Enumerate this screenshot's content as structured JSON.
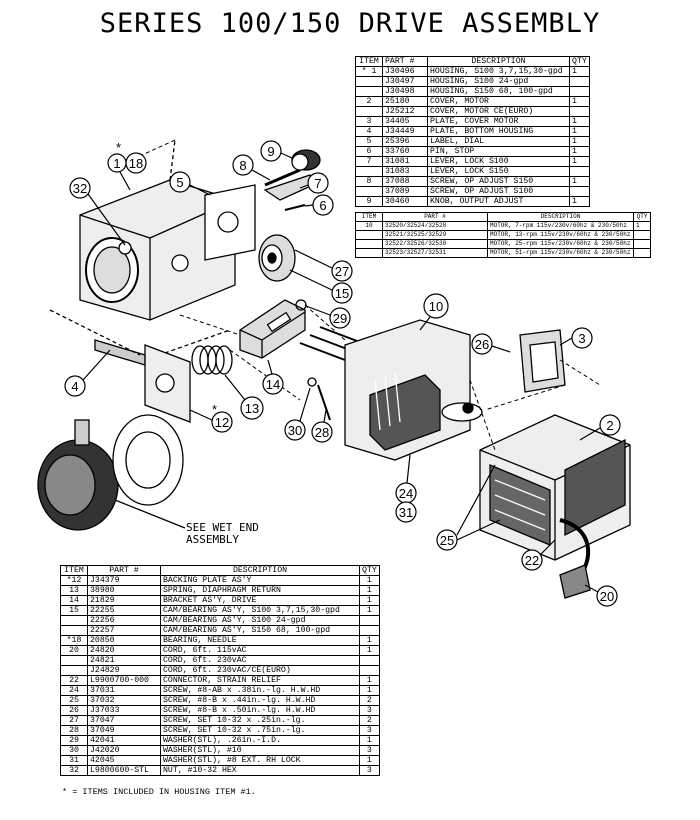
{
  "title": "SERIES 100/150 DRIVE ASSEMBLY",
  "table_top": {
    "headers": [
      "ITEM",
      "PART #",
      "DESCRIPTION",
      "QTY"
    ],
    "rows": [
      [
        "* 1",
        "J30496",
        "HOUSING, S100 3,7,15,30-gpd",
        "1"
      ],
      [
        "",
        "J30497",
        "HOUSING, S100 24-gpd",
        ""
      ],
      [
        "",
        "J30498",
        "HOUSING, S150 68, 100-gpd",
        ""
      ],
      [
        "2",
        "25180",
        "COVER, MOTOR",
        "1"
      ],
      [
        "",
        "J25212",
        "COVER, MOTOR CE(EURO)",
        ""
      ],
      [
        "3",
        "34405",
        "PLATE, COVER MOTOR",
        "1"
      ],
      [
        "4",
        "J34449",
        "PLATE, BOTTOM HOUSING",
        "1"
      ],
      [
        "5",
        "25396",
        "LABEL, DIAL",
        "1"
      ],
      [
        "6",
        "33760",
        "PIN, STOP",
        "1"
      ],
      [
        "7",
        "31081",
        "LEVER, LOCK S100",
        "1"
      ],
      [
        "",
        "31083",
        "LEVER, LOCK S150",
        ""
      ],
      [
        "8",
        "37088",
        "SCREW, OP ADJUST S150",
        "1"
      ],
      [
        "",
        "37089",
        "SCREW, OP ADJUST S100",
        ""
      ],
      [
        "9",
        "30460",
        "KNOB, OUTPUT ADJUST",
        "1"
      ]
    ]
  },
  "table_motor": {
    "headers": [
      "ITEM",
      "PART #",
      "DESCRIPTION",
      "QTY"
    ],
    "rows": [
      [
        "10",
        "32520/32524/32528",
        "MOTOR,  7-rpm 115v/230v/60hz & 230/50hz",
        "1"
      ],
      [
        "",
        "32521/32525/32529",
        "MOTOR, 13-rpm 115v/230v/60hz & 230/50hz",
        ""
      ],
      [
        "",
        "32522/32526/32530",
        "MOTOR, 25-rpm 115v/230v/60hz & 230/50hz",
        ""
      ],
      [
        "",
        "32523/32527/32531",
        "MOTOR, 51-rpm 115v/230v/60hz & 230/50hz",
        ""
      ]
    ]
  },
  "table_bottom": {
    "headers": [
      "ITEM",
      "PART #",
      "DESCRIPTION",
      "QTY"
    ],
    "rows": [
      [
        "*12",
        "J34379",
        "BACKING PLATE AS'Y",
        "1"
      ],
      [
        "13",
        "38980",
        "SPRING, DIAPHRAGM RETURN",
        "1"
      ],
      [
        "14",
        "21829",
        "BRACKET AS'Y, DRIVE",
        "1"
      ],
      [
        "15",
        "22255",
        "CAM/BEARING AS'Y, S100 3,7,15,30-gpd",
        "1"
      ],
      [
        "",
        "22256",
        "CAM/BEARING AS'Y, S100 24-gpd",
        ""
      ],
      [
        "",
        "22257",
        "CAM/BEARING AS'Y, S150 68, 100-gpd",
        ""
      ],
      [
        "*18",
        "20850",
        "BEARING, NEEDLE",
        "1"
      ],
      [
        "20",
        "24820",
        "CORD, 6ft. 115vAC",
        "1"
      ],
      [
        "",
        "24821",
        "CORD, 6ft. 230vAC",
        ""
      ],
      [
        "",
        "J24829",
        "CORD, 6ft. 230vAC/CE(EURO)",
        ""
      ],
      [
        "22",
        "L9900700-000",
        " CONNECTOR, STRAIN RELIEF",
        "1"
      ],
      [
        "24",
        "37031",
        "SCREW, #8-AB x .38in.-lg. H.W.HD",
        "1"
      ],
      [
        "25",
        "37032",
        "SCREW, #8-B x .44in.-lg. H.W.HD",
        "2"
      ],
      [
        "26",
        "J37033",
        "SCREW, #8-B x .50in.-lg. H.W.HD",
        "3"
      ],
      [
        "27",
        "37047",
        "SCREW, SET 10-32 x .25in.-lg.",
        "2"
      ],
      [
        "28",
        "37049",
        "SCREW, SET 10-32 x .75in.-lg.",
        "3"
      ],
      [
        "29",
        "42041",
        "WASHER(STL), .26in.-I.D.",
        "1"
      ],
      [
        "30",
        "J42020",
        "WASHER(STL), #10",
        "3"
      ],
      [
        "31",
        "42045",
        "WASHER(STL), #8 EXT. RH LOCK",
        "1"
      ],
      [
        "32",
        "L9800600-STL",
        "NUT, #10-32 HEX",
        "3"
      ]
    ]
  },
  "footnote": "* = ITEMS INCLUDED IN HOUSING ITEM #1.",
  "see_wet_end": [
    "SEE WET END",
    "ASSEMBLY"
  ],
  "callouts": [
    "1",
    "18",
    "2",
    "3",
    "4",
    "5",
    "7",
    "8",
    "9",
    "6",
    "10",
    "12",
    "13",
    "14",
    "15",
    "20",
    "22",
    "24",
    "25",
    "26",
    "27",
    "28",
    "29",
    "30",
    "31",
    "32"
  ],
  "asterisks": [
    "*",
    "*"
  ]
}
